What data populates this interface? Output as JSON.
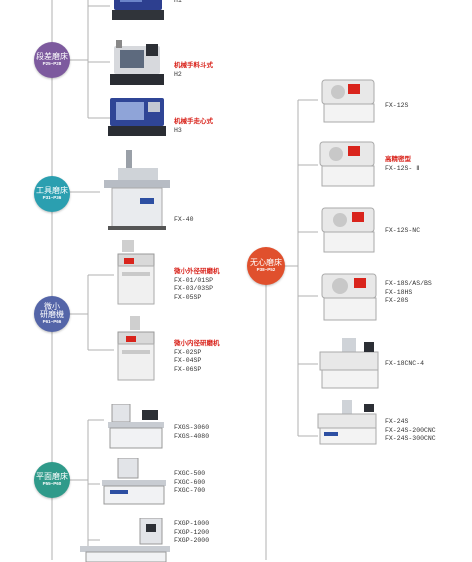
{
  "categories": {
    "stepped_grinder": {
      "title": "段差磨床",
      "pages": "P25~P28"
    },
    "tool_grinder": {
      "title": "工具磨床",
      "pages": "P31~P36"
    },
    "micro_grinder": {
      "title": "微小研磨機",
      "title_line1": "微小",
      "title_line2": "研磨機",
      "pages": "P61~P66"
    },
    "surface_grinder": {
      "title": "平面磨床",
      "pages": "P55~P60"
    },
    "centerless_grinder": {
      "title": "无心磨床",
      "pages": "P38~P52"
    }
  },
  "left_models": {
    "h1": {
      "tag": "",
      "models": [
        "H1"
      ]
    },
    "h2": {
      "tag": "机械手料斗式",
      "models": [
        "H2"
      ]
    },
    "h3": {
      "tag": "机械手走心式",
      "models": [
        "H3"
      ]
    },
    "fx40": {
      "tag": "",
      "models": [
        "FX-40"
      ]
    },
    "fx01": {
      "tag": "微小外径研磨机",
      "models": [
        "FX-01/01SP",
        "FX-03/03SP",
        "FX-05SP"
      ]
    },
    "fx02": {
      "tag": "微小内径研磨机",
      "models": [
        "FX-02SP",
        "FX-04SP",
        "FX-06SP"
      ]
    },
    "fxgs": {
      "tag": "",
      "models": [
        "FXGS-3060",
        "FXGS-4080"
      ]
    },
    "fxgc": {
      "tag": "",
      "models": [
        "FXGC-500",
        "FXGC-600",
        "FXGC-700"
      ]
    },
    "fxgp": {
      "tag": "",
      "models": [
        "FXGP-1000",
        "FXGP-1200",
        "FXGP-2000"
      ]
    }
  },
  "right_models": {
    "fx12s": {
      "tag": "",
      "models": [
        "FX-12S"
      ]
    },
    "fx12s2": {
      "tag": "高精密型",
      "models": [
        "FX-12S- Ⅱ"
      ]
    },
    "fx12snc": {
      "tag": "",
      "models": [
        "FX-12S-NC"
      ]
    },
    "fx18s": {
      "tag": "",
      "models": [
        "FX-18S/AS/BS",
        "FX-18HS",
        "FX-20S"
      ]
    },
    "fx18cnc": {
      "tag": "",
      "models": [
        "FX-18CNC-4"
      ]
    },
    "fx24s": {
      "tag": "",
      "models": [
        "FX-24S",
        "FX-24S-200CNC",
        "FX-24S-300CNC"
      ]
    }
  },
  "colors": {
    "stepped": "#7d5a9e",
    "tool": "#2b9fb0",
    "micro": "#5465a8",
    "surface": "#2f9a8a",
    "centerless": "#e0502d",
    "lines": "#b0b0b0"
  },
  "icons": [
    "cnc-cabinet-grinder",
    "tool-grinder",
    "precision-grinder",
    "surface-grinder",
    "centerless-grinder"
  ]
}
